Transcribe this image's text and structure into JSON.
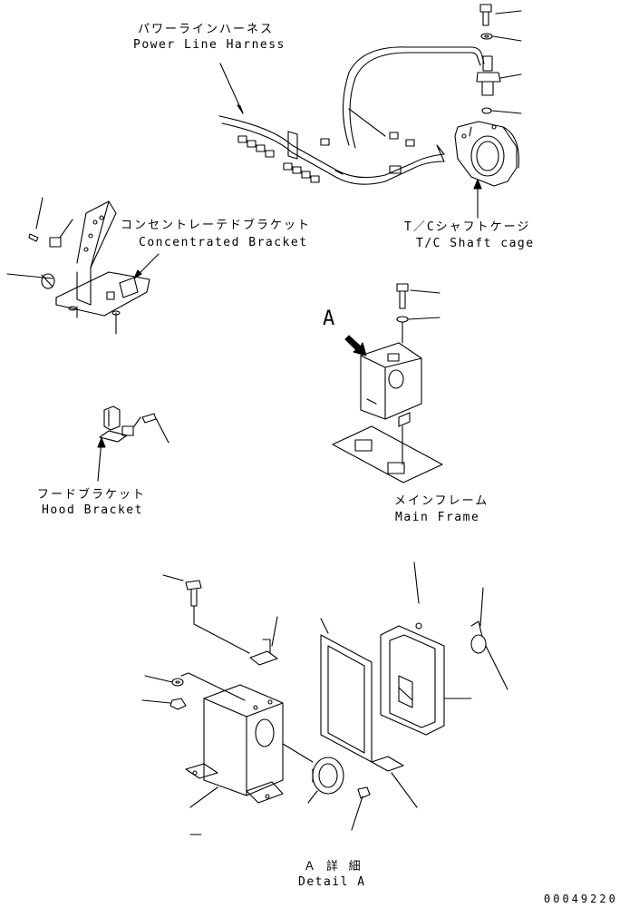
{
  "labels": {
    "power_line_harness_jp": "パワーラインハーネス",
    "power_line_harness_en": "Power Line Harness",
    "concentrated_bracket_jp": "コンセントレーテドブラケット",
    "concentrated_bracket_en": "Concentrated Bracket",
    "tc_shaft_cage_jp": "T／Cシャフトケージ",
    "tc_shaft_cage_en": "T/C Shaft cage",
    "hood_bracket_jp": "フードブラケット",
    "hood_bracket_en": "Hood Bracket",
    "main_frame_jp": "メインフレーム",
    "main_frame_en": "Main Frame",
    "view_marker": "A",
    "detail_a_jp": "Ａ 詳 細",
    "detail_a_en": "Detail A",
    "drawing_number": "00049220"
  }
}
